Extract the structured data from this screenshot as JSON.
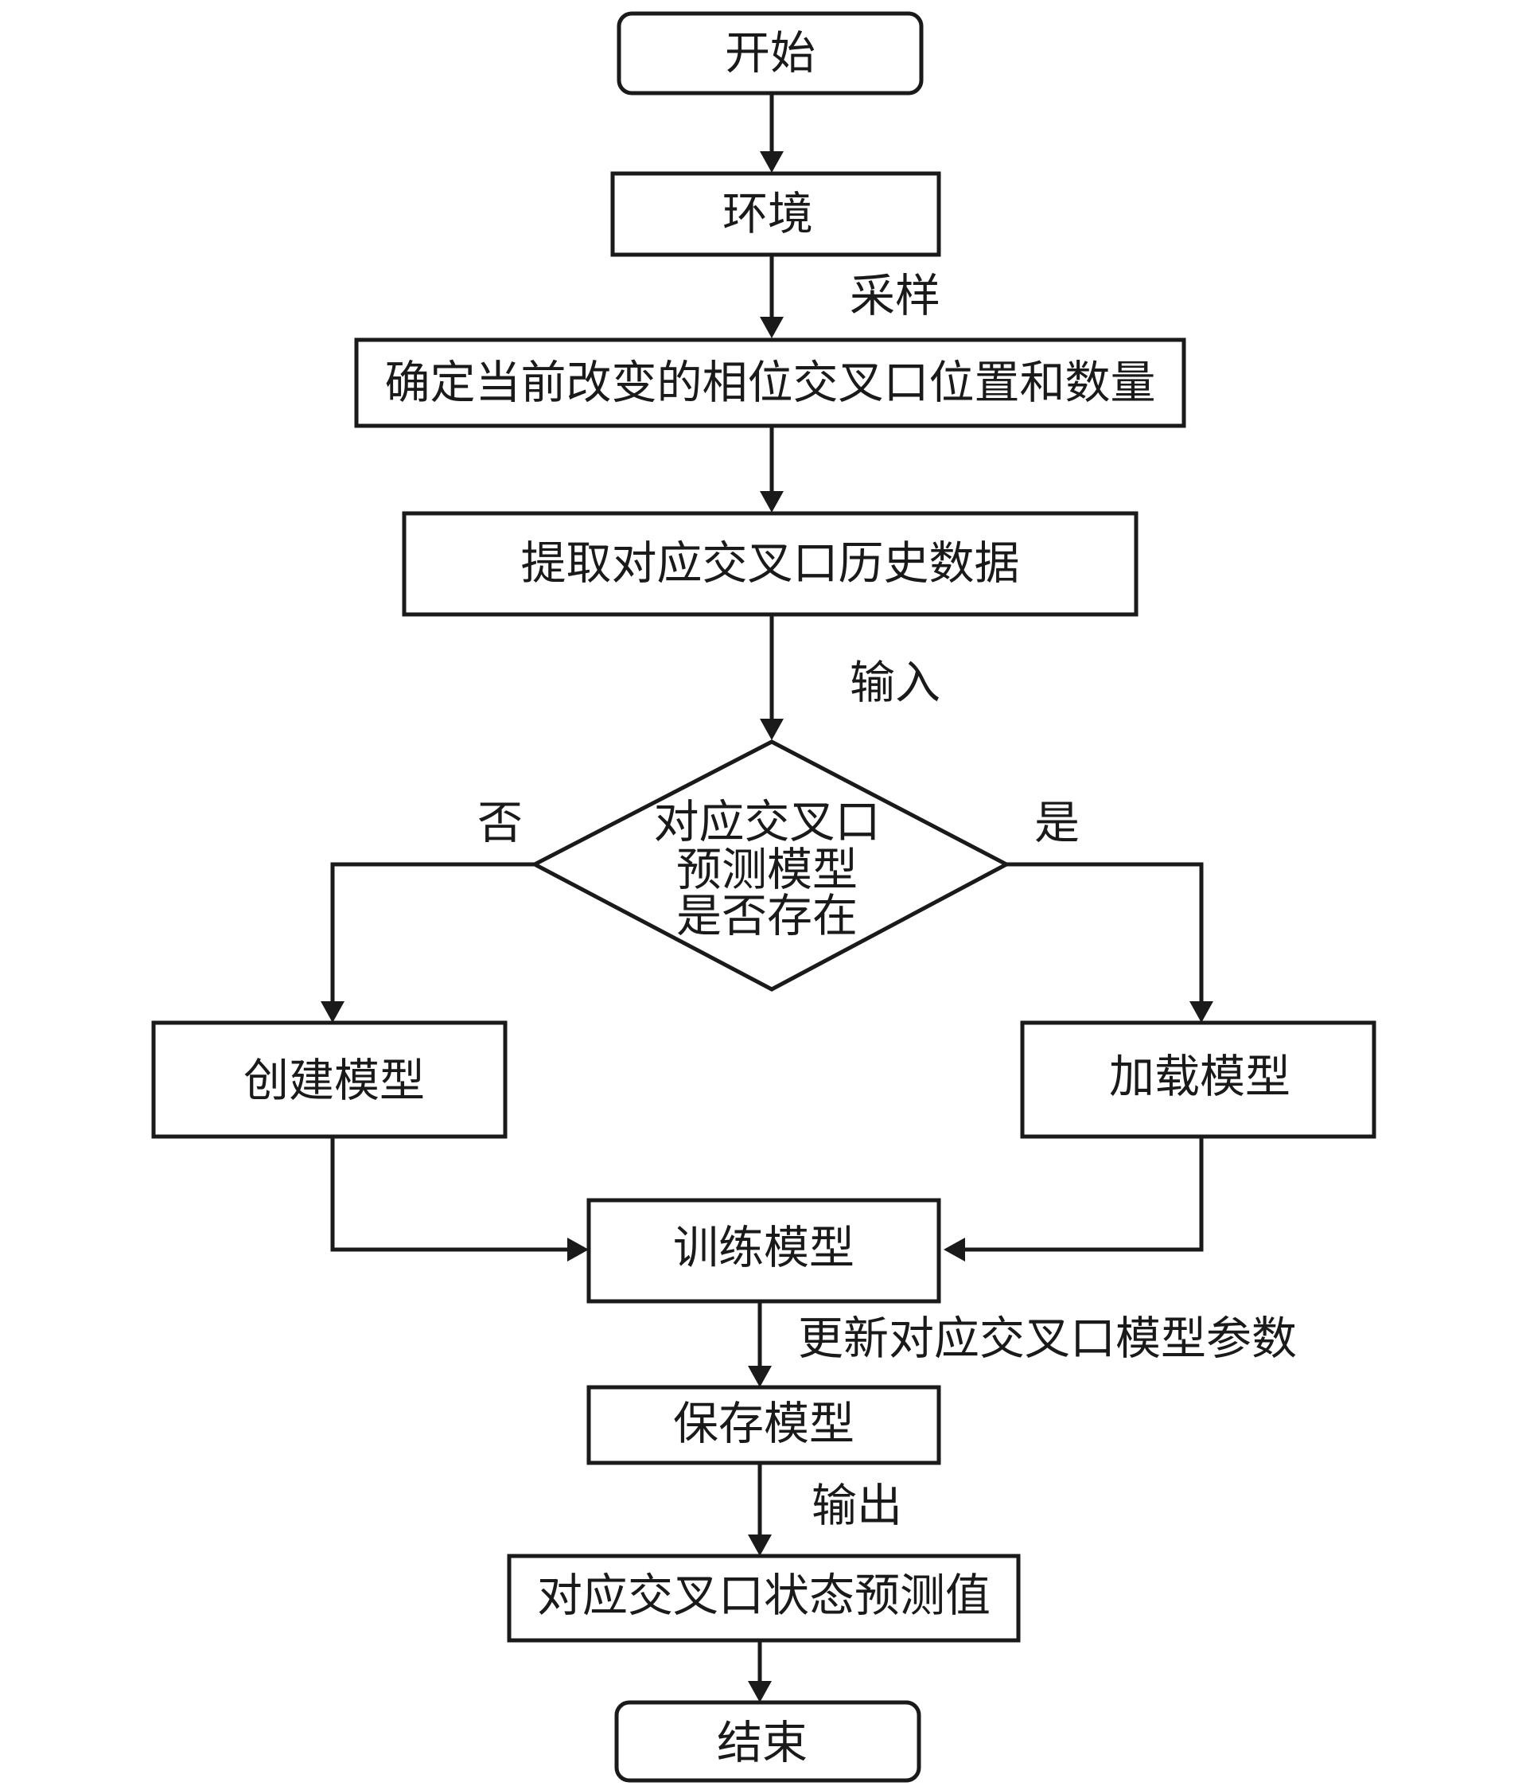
{
  "flowchart": {
    "nodes": {
      "start": "开始",
      "env": "环境",
      "determine": "确定当前改变的相位交叉口位置和数量",
      "extract": "提取对应交叉口历史数据",
      "decision": [
        "对应交叉口",
        "预测模型",
        "是否存在"
      ],
      "create": "创建模型",
      "load": "加载模型",
      "train": "训练模型",
      "save": "保存模型",
      "output": "对应交叉口状态预测值",
      "end": "结束"
    },
    "edge_labels": {
      "sample": "采样",
      "input": "输入",
      "no": "否",
      "yes": "是",
      "update": "更新对应交叉口模型参数",
      "out": "输出"
    }
  }
}
